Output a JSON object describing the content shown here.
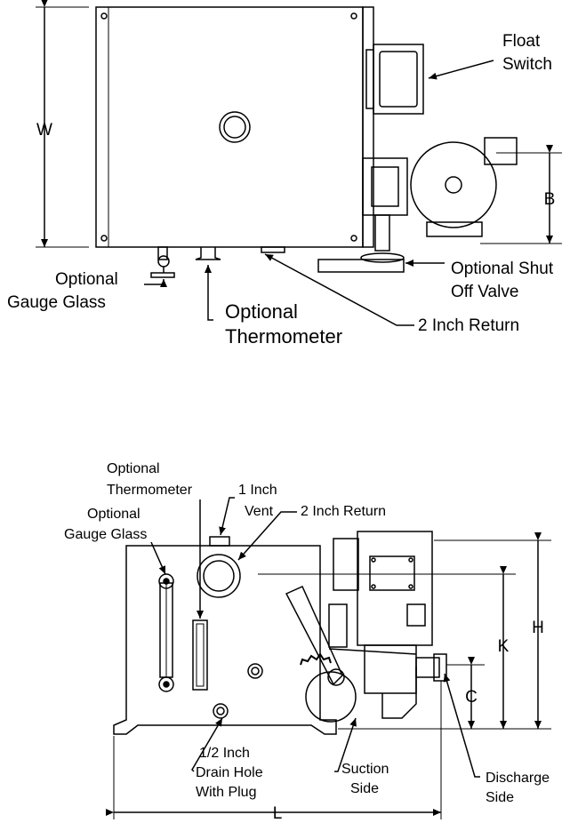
{
  "top_view": {
    "labels": {
      "float_switch_1": "Float",
      "float_switch_2": "Switch",
      "width_dim": "W",
      "b_dim": "B",
      "gauge_glass_1": "Optional",
      "gauge_glass_2": "Gauge Glass",
      "thermometer_1": "Optional",
      "thermometer_2": "Thermometer",
      "shutoff_1": "Optional Shut",
      "shutoff_2": "Off Valve",
      "return": "2 Inch Return"
    }
  },
  "side_view": {
    "labels": {
      "thermometer_1": "Optional",
      "thermometer_2": "Thermometer",
      "gauge_glass_1": "Optional",
      "gauge_glass_2": "Gauge Glass",
      "vent_1": "1 Inch",
      "vent_2": "Vent",
      "return": "2 Inch Return",
      "h_dim": "H",
      "k_dim": "K",
      "c_dim": "C",
      "l_dim": "L",
      "drain_1": "1/2 Inch",
      "drain_2": "Drain Hole",
      "drain_3": "With Plug",
      "suction_1": "Suction",
      "suction_2": "Side",
      "discharge_1": "Discharge",
      "discharge_2": "Side"
    }
  }
}
